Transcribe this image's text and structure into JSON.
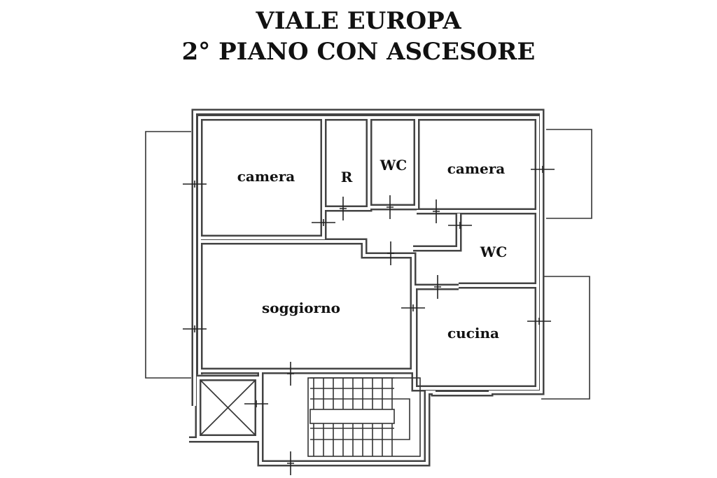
{
  "title": {
    "line1": "VIALE EUROPA",
    "line2": "2° PIANO CON ASCESORE"
  },
  "rooms": {
    "camera_left": "camera",
    "ripostiglio": "R",
    "wc_top": "WC",
    "camera_right": "camera",
    "wc_right": "WC",
    "soggiorno": "soggiorno",
    "cucina": "cucina"
  }
}
